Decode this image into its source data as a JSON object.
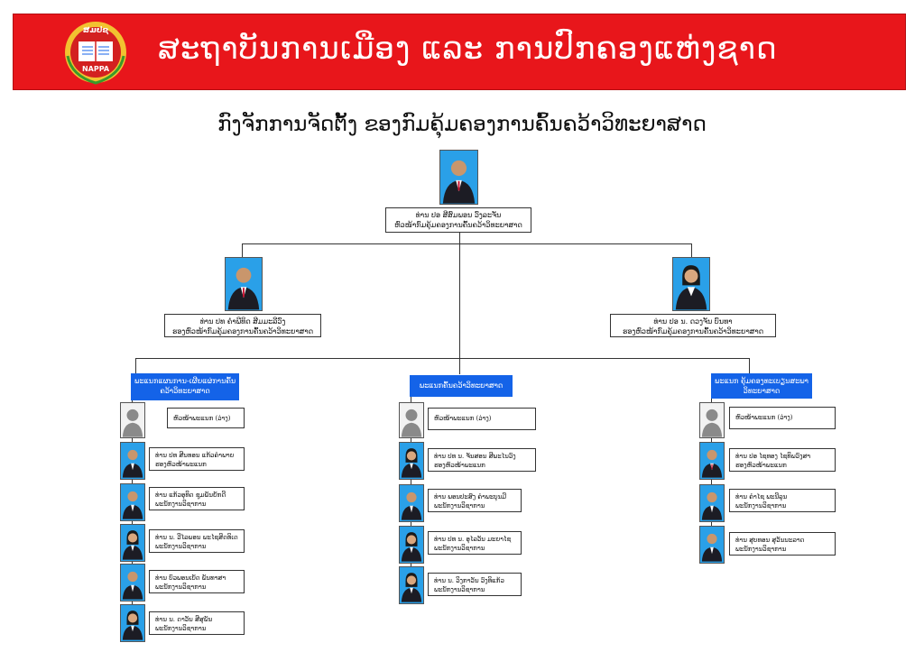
{
  "header": {
    "title": "ສະຖາບັນການເມືອງ ແລະ ການປົກຄອງແຫ່ງຊາດ",
    "logo_text_top": "ສມປຊ",
    "logo_text_bottom": "NAPPA"
  },
  "chart_title": "ກົງຈັກການຈັດຕັ້ງ ຂອງກົມຄຸ້ມຄອງການຄົ້ນຄວ້າວິທະຍາສາດ",
  "director": {
    "name": "ທ່ານ ປອ ສີສົມພອນ ວົງລະຈັນ",
    "title": "ຫົວໜ້າກົມຄຸ້ມຄອງການຄົ້ນຄວ້າວິທະຍາສາດ"
  },
  "deputies": [
    {
      "name": "ທ່ານ ປທ ຄຳພີທິດ ສີມມະລີວົງ",
      "title": "ຮອງຫົວໜ້າກົມຄຸ້ມຄອງການຄົ້ນຄວ້າວິທະຍາສາດ"
    },
    {
      "name": "ທ່ານ ປອ ນ. ດວງຈັນ ບົນທາ",
      "title": "ຮອງຫົວໜ້າກົມຄຸ້ມຄອງການຄົ້ນຄວ້າວິທະຍາສາດ"
    }
  ],
  "departments": [
    {
      "label_line1": "ພະແນກແຜນການ-ເຜີຍແຜ່ການຄົ້ນ",
      "label_line2": "ຄວ້າວິທະຍາສາດ",
      "members": [
        {
          "line1": "ຫົວໜ້າພະແນກ (ວ່າງ)",
          "line2": ""
        },
        {
          "line1": "ທ່ານ ປທ ສີນທອນ ແກ້ວຄຳພາຍ",
          "line2": "ຮອງຫົວໜ້າພະແນກ"
        },
        {
          "line1": "ທ່ານ ແກ້ວອຸທິດ ຊຸມພັນຍັກດີ",
          "line2": "ພະນັກງານວິຊາການ"
        },
        {
          "line1": "ທ່ານ ນ. ວີໄລພອນ ພະໄຊສິດທິເດດ",
          "line2": "ພະນັກງານວິຊາການ"
        },
        {
          "line1": "ທ່ານ ບົວພອນເບັດ ພັນທາສາ",
          "line2": "ພະນັກງານວິຊາການ"
        },
        {
          "line1": "ທ່ານ ນ. ດາວັນ ສີສຸພັນ",
          "line2": "ພະນັກງານວິຊາການ"
        }
      ]
    },
    {
      "label_line1": "ພະແນກຄົ້ນຄວ້າວິທະຍາສາດ",
      "label_line2": "",
      "members": [
        {
          "line1": "ຫົວໜ້າພະແນກ (ວ່າງ)",
          "line2": ""
        },
        {
          "line1": "ທ່ານ ປທ ນ. ຈັນສອນ ສີພະໄນວົງ",
          "line2": "ຮອງຫົວໜ້າພະແນກ"
        },
        {
          "line1": "ທ່ານ ພອນປະສົງ ຄຳພະບຸນມີ",
          "line2": "ພະນັກງານວິຊາການ"
        },
        {
          "line1": "ທ່ານ ປທ ນ. ອຸໄລວັນ ມະຍາໄຊ",
          "line2": "ພະນັກງານວິຊາການ"
        },
        {
          "line1": "ທ່ານ ນ. ວິງກາວັນ ວົງທິແກ້ວ",
          "line2": "ພະນັກງານວິຊາການ"
        }
      ]
    },
    {
      "label_line1": "ພະແນກ ຄຸ້ມຄອງທະເບຽນສະພາ",
      "label_line2": "ວິທະຍາສາດ",
      "members": [
        {
          "line1": "ຫົວໜ້າພະແນກ (ວ່າງ)",
          "line2": ""
        },
        {
          "line1": "ທ່ານ ປອ ໄຊທອງ ໄຊທິພວົງສາ",
          "line2": "ຮອງຫົວໜ້າພະແນກ"
        },
        {
          "line1": "ທ່ານ ຄຳໄຊ ພະນີລຸນ",
          "line2": "ພະນັກງານວິຊາການ"
        },
        {
          "line1": "ທ່ານ ສຸບທອນ ສຸວັນນະລາດ",
          "line2": "ພະນັກງານວິຊາການ"
        }
      ]
    }
  ],
  "colors": {
    "banner": "#e8161b",
    "department": "#1463e8",
    "photo_bg": "#2aa0e8"
  }
}
